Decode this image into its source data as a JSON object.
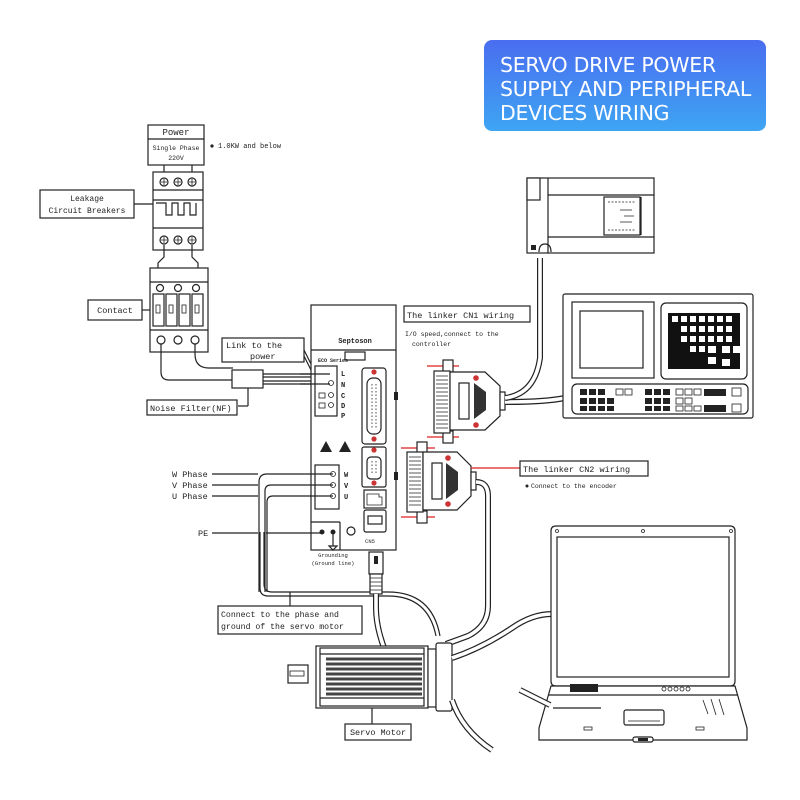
{
  "title": {
    "lines": [
      "SERVO DRIVE POWER",
      "SUPPLY AND PERIPHERAL",
      "DEVICES WIRING"
    ],
    "gradient_top": "#4a6df0",
    "gradient_bottom": "#3ea5f3"
  },
  "labels": {
    "power": "Power",
    "single_phase_1": "Single Phase",
    "single_phase_2": "220V",
    "power_note": "1.0KW and below",
    "breaker_1": "Leakage",
    "breaker_2": "Circuit Breakers",
    "contact": "Contact",
    "link_power_1": "Link to the",
    "link_power_2": "power",
    "noise_filter": "Noise Filter(NF)",
    "cn1_title": "The linker CN1 wiring",
    "cn1_note_1": "I/O speed,connect to the",
    "cn1_note_2": "controller",
    "cn2_title": "The linker CN2 wiring",
    "cn2_note": "Connect to the encoder",
    "w_phase": "W Phase",
    "v_phase": "V Phase",
    "u_phase": "U Phase",
    "pe": "PE",
    "grounding_1": "Grounding",
    "grounding_2": "(Ground line)",
    "motor_conn_1": "Connect to the phase and",
    "motor_conn_2": "ground of the servo motor",
    "servo_motor": "Servo Motor",
    "drive_brand": "Septoson",
    "drive_series": "ECO Series",
    "drive_cn5": "CN5",
    "terminal_w": "W",
    "terminal_v": "V",
    "terminal_u": "U"
  },
  "colors": {
    "accent_red": "#d22222",
    "line": "#222222"
  }
}
